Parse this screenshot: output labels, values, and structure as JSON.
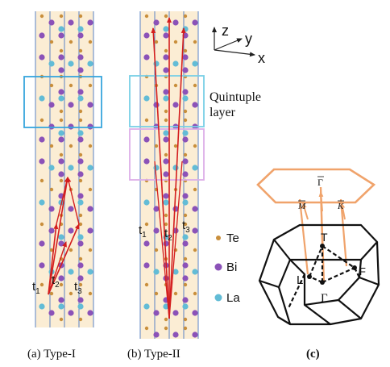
{
  "panels": {
    "a": {
      "caption": "(a) Type-I",
      "vectors": {
        "t1": "t",
        "t1_sub": "1",
        "t2": "t",
        "t2_sub": "2",
        "t3": "t",
        "t3_sub": "3"
      }
    },
    "b": {
      "caption": "(b) Type-II",
      "vectors": {
        "t1": "t",
        "t1_sub": "1",
        "t2": "t",
        "t2_sub": "2",
        "t3": "t",
        "t3_sub": "3"
      }
    },
    "c": {
      "caption": "(c)"
    }
  },
  "axes": {
    "z": "z",
    "y": "y",
    "x": "x"
  },
  "quintuple_label": {
    "line1": "Quintuple",
    "line2": "layer"
  },
  "legend": [
    {
      "label": "Te",
      "color": "#c98f3c"
    },
    {
      "label": "Bi",
      "color": "#8b52b8"
    },
    {
      "label": "La",
      "color": "#62bcd6"
    }
  ],
  "brillouin": {
    "surface_gamma": "Γ",
    "surface_M": "M",
    "surface_K": "K",
    "T": "T",
    "L": "L",
    "F": "F",
    "Gamma": "Γ"
  },
  "colors": {
    "cyan_box": "#37a6dc",
    "light_cyan_box": "#78cfe6",
    "violet_box": "#dcaee8",
    "vector": "#d41e1e",
    "orange_hex": "#f0a36b",
    "cell_line": "#5b84c6",
    "column_bg": "#fbedd4"
  }
}
